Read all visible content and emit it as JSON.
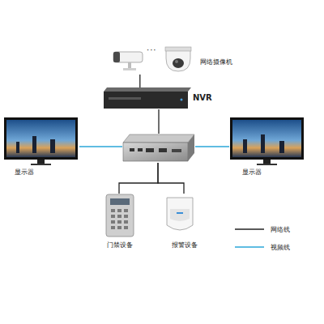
{
  "diagram": {
    "nodes": [
      {
        "text": [
          "网络摄像机"
        ]
      },
      {
        "text": [
          "NVR"
        ]
      },
      {
        "text": [
          "显示器"
        ]
      },
      {
        "text": []
      },
      {
        "text": [
          "显示器"
        ]
      },
      {
        "text": [
          "门禁设备"
        ]
      },
      {
        "text": [
          "报警设备"
        ]
      }
    ],
    "edges": [
      {
        "from": 0,
        "to": 1,
        "arrow": "none"
      },
      {
        "from": 1,
        "to": 3,
        "arrow": "none"
      },
      {
        "from": 3,
        "to": 2,
        "arrow": "none"
      },
      {
        "from": 3,
        "to": 4,
        "arrow": "none"
      },
      {
        "from": 3,
        "to": 5,
        "arrow": "none"
      },
      {
        "from": 3,
        "to": 6,
        "arrow": "none"
      }
    ],
    "labels": [
      "···"
    ],
    "legend": [
      {
        "text": "网络线"
      },
      {
        "text": "视频线"
      }
    ]
  }
}
